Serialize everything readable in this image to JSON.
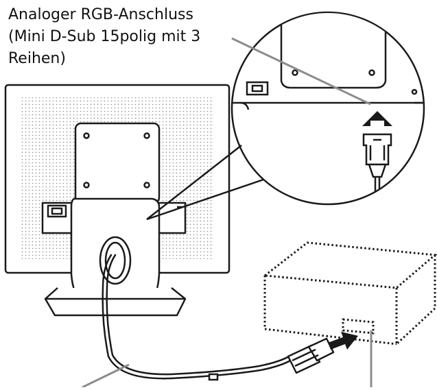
{
  "figure": {
    "callout_label": "Analoger RGB-Anschluss\n(Mini D-Sub 15polig mit 3\nReihen)",
    "colors": {
      "line": "#1a1a1a",
      "leader": "#8c8c8c",
      "background": "#ffffff",
      "screen_dots": "#b8b8b8"
    },
    "icons": [
      "monitor-rear",
      "monitor-stand",
      "connector-zoom-circle",
      "vga-plug",
      "insert-arrow",
      "computer-box"
    ]
  }
}
